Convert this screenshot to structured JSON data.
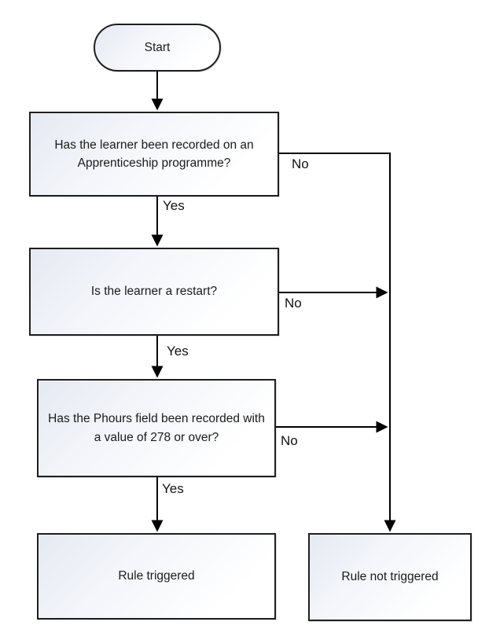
{
  "flowchart": {
    "title_semantic": "validation-rule-decision-flowchart",
    "start": {
      "label": "Start"
    },
    "questions": {
      "q1": {
        "label": "Has the learner been recorded on an Apprenticeship programme?"
      },
      "q2": {
        "label": "Is the learner a restart?"
      },
      "q3": {
        "label": "Has the Phours field been recorded with a value of 278 or over?"
      }
    },
    "outcomes": {
      "triggered": {
        "label": "Rule triggered"
      },
      "not_triggered": {
        "label": "Rule not triggered"
      }
    },
    "edges": {
      "q1_yes": {
        "label": "Yes"
      },
      "q1_no": {
        "label": "No"
      },
      "q2_yes": {
        "label": "Yes"
      },
      "q2_no": {
        "label": "No"
      },
      "q3_yes": {
        "label": "Yes"
      },
      "q3_no": {
        "label": "No"
      }
    },
    "colors": {
      "background": "#ffffff",
      "node_border": "#1f1f1f",
      "node_fill_top_left": "#e5e9f2",
      "node_fill_bottom_right": "#ffffff",
      "connector": "#000000",
      "text": "#1a1a1a"
    }
  }
}
